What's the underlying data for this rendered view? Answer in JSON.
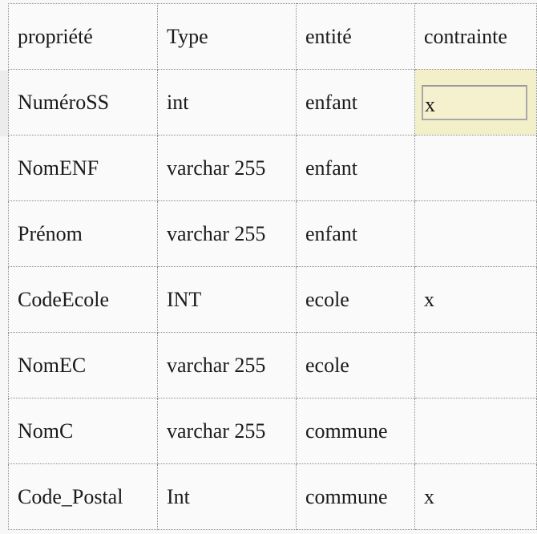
{
  "table": {
    "headers": [
      "propriété",
      "Type",
      "entité",
      "contrainte"
    ],
    "rows": [
      [
        "NuméroSS",
        "int",
        "enfant",
        "x"
      ],
      [
        "NomENF",
        "varchar 255",
        "enfant",
        ""
      ],
      [
        "Prénom",
        "varchar 255",
        "enfant",
        ""
      ],
      [
        "CodeEcole",
        "INT",
        "ecole",
        "x"
      ],
      [
        "NomEC",
        "varchar 255",
        "ecole",
        ""
      ],
      [
        "NomC",
        "varchar 255",
        "commune",
        ""
      ],
      [
        "Code_Postal",
        "Int",
        "commune",
        "x"
      ]
    ],
    "editing": {
      "row": 0,
      "col": 3,
      "highlight_color": "#f3efc8"
    }
  }
}
